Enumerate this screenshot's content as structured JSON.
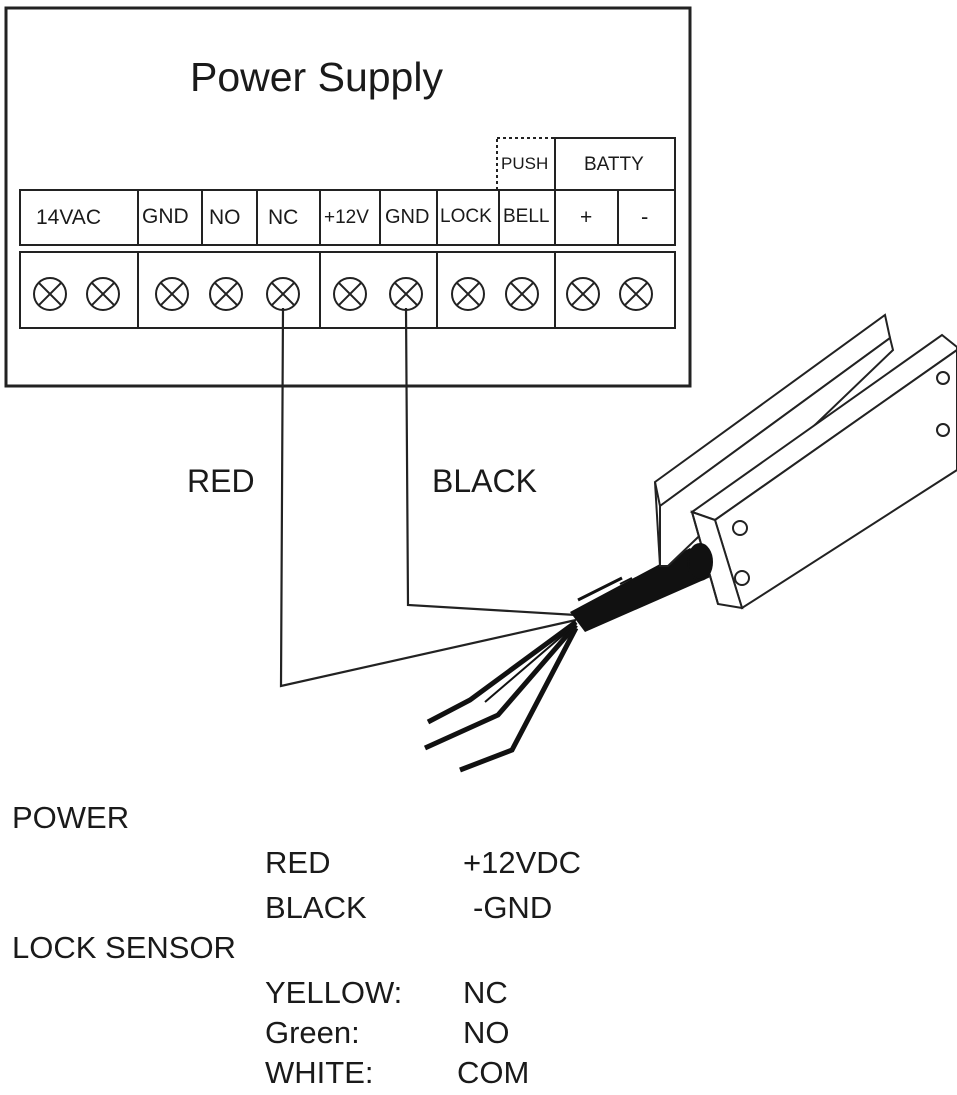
{
  "panel": {
    "title": "Power Supply",
    "header_labels": {
      "push": "PUSH",
      "batty": "BATTY"
    },
    "terminals": [
      "14VAC",
      "GND",
      "NO",
      "NC",
      "+12V",
      "GND",
      "LOCK",
      "BELL",
      "+",
      "-"
    ]
  },
  "wires": {
    "red_label": "RED",
    "black_label": "BLACK"
  },
  "legend": {
    "power_heading": "POWER",
    "power_rows": [
      {
        "color": "RED",
        "value": "+12VDC"
      },
      {
        "color": "BLACK",
        "value": "-GND"
      }
    ],
    "sensor_heading": "LOCK SENSOR",
    "sensor_rows": [
      {
        "color": "YELLOW:",
        "value": "NC"
      },
      {
        "color": "Green:",
        "value": "NO"
      },
      {
        "color": "WHITE:",
        "value": "COM"
      }
    ]
  }
}
